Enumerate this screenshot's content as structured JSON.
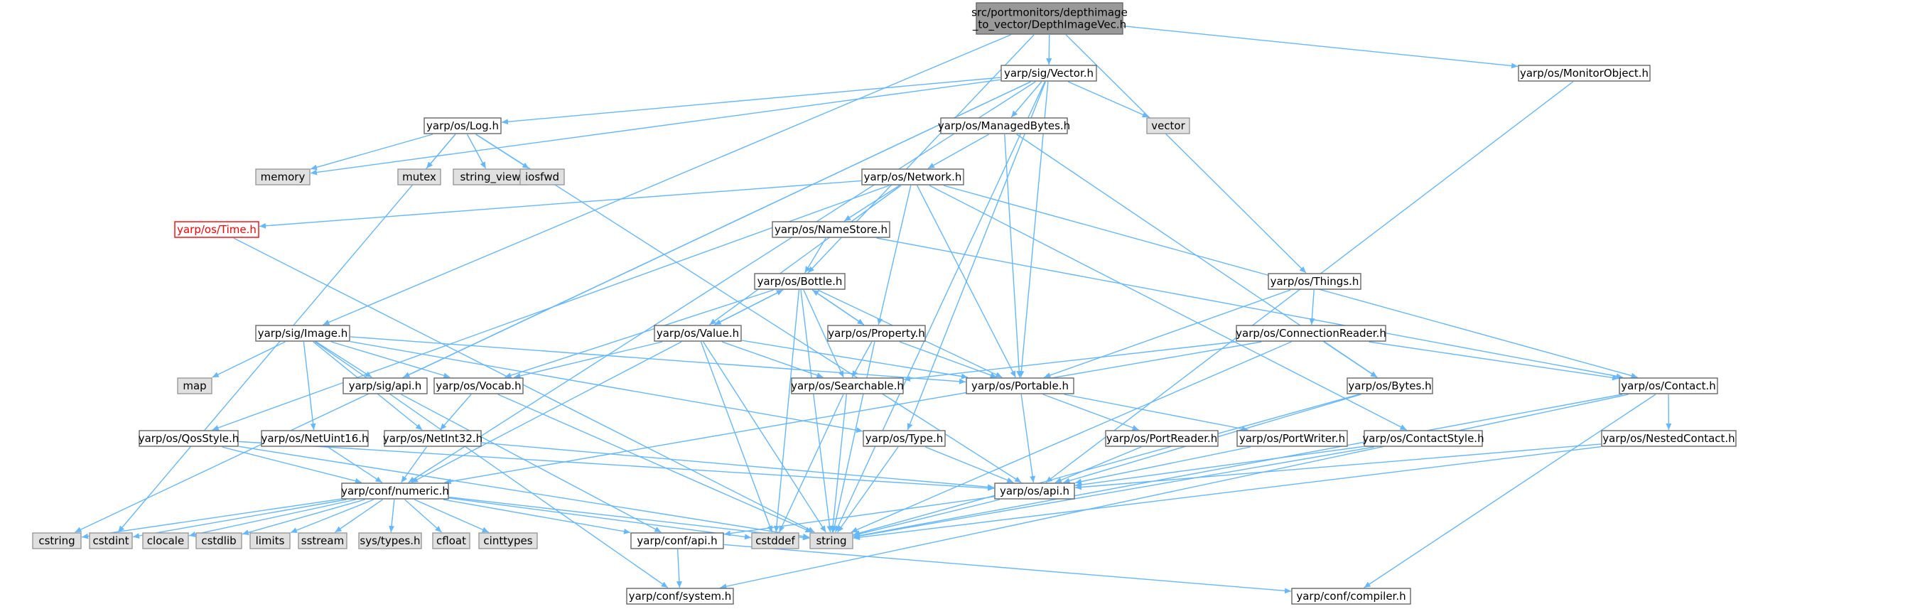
{
  "colors": {
    "edge": "#63b8ff",
    "box_fill": "#ffffff",
    "box_stroke": "#666666",
    "root_fill": "#999999",
    "system_fill": "#e0e0e0",
    "system_stroke": "#999999",
    "red_stroke": "#ff0000",
    "red_text": "#ff0000",
    "text": "#000000"
  },
  "nodes": [
    {
      "id": "root",
      "label": [
        "src/portmonitors/depthimage",
        "_to_vector/DepthImageVec.h"
      ],
      "kind": "root"
    },
    {
      "id": "vector_h",
      "label": [
        "yarp/sig/Vector.h"
      ],
      "kind": "normal"
    },
    {
      "id": "monitorobject",
      "label": [
        "yarp/os/MonitorObject.h"
      ],
      "kind": "normal"
    },
    {
      "id": "log",
      "label": [
        "yarp/os/Log.h"
      ],
      "kind": "normal"
    },
    {
      "id": "managedbytes",
      "label": [
        "yarp/os/ManagedBytes.h"
      ],
      "kind": "normal"
    },
    {
      "id": "vector_sys",
      "label": [
        "vector"
      ],
      "kind": "system"
    },
    {
      "id": "memory",
      "label": [
        "memory"
      ],
      "kind": "system"
    },
    {
      "id": "mutex",
      "label": [
        "mutex"
      ],
      "kind": "system"
    },
    {
      "id": "string_view",
      "label": [
        "string_view"
      ],
      "kind": "system"
    },
    {
      "id": "iosfwd",
      "label": [
        "iosfwd"
      ],
      "kind": "system"
    },
    {
      "id": "network",
      "label": [
        "yarp/os/Network.h"
      ],
      "kind": "normal"
    },
    {
      "id": "time",
      "label": [
        "yarp/os/Time.h"
      ],
      "kind": "red"
    },
    {
      "id": "namestore",
      "label": [
        "yarp/os/NameStore.h"
      ],
      "kind": "normal"
    },
    {
      "id": "bottle",
      "label": [
        "yarp/os/Bottle.h"
      ],
      "kind": "normal"
    },
    {
      "id": "things",
      "label": [
        "yarp/os/Things.h"
      ],
      "kind": "normal"
    },
    {
      "id": "image",
      "label": [
        "yarp/sig/Image.h"
      ],
      "kind": "normal"
    },
    {
      "id": "value",
      "label": [
        "yarp/os/Value.h"
      ],
      "kind": "normal"
    },
    {
      "id": "property",
      "label": [
        "yarp/os/Property.h"
      ],
      "kind": "normal"
    },
    {
      "id": "connreader",
      "label": [
        "yarp/os/ConnectionReader.h"
      ],
      "kind": "normal"
    },
    {
      "id": "map",
      "label": [
        "map"
      ],
      "kind": "system"
    },
    {
      "id": "sigapi",
      "label": [
        "yarp/sig/api.h"
      ],
      "kind": "normal"
    },
    {
      "id": "vocab",
      "label": [
        "yarp/os/Vocab.h"
      ],
      "kind": "normal"
    },
    {
      "id": "searchable",
      "label": [
        "yarp/os/Searchable.h"
      ],
      "kind": "normal"
    },
    {
      "id": "portable",
      "label": [
        "yarp/os/Portable.h"
      ],
      "kind": "normal"
    },
    {
      "id": "bytes",
      "label": [
        "yarp/os/Bytes.h"
      ],
      "kind": "normal"
    },
    {
      "id": "contact",
      "label": [
        "yarp/os/Contact.h"
      ],
      "kind": "normal"
    },
    {
      "id": "qosstyle",
      "label": [
        "yarp/os/QosStyle.h"
      ],
      "kind": "normal"
    },
    {
      "id": "netuint16",
      "label": [
        "yarp/os/NetUint16.h"
      ],
      "kind": "normal"
    },
    {
      "id": "netint32",
      "label": [
        "yarp/os/NetInt32.h"
      ],
      "kind": "normal"
    },
    {
      "id": "type",
      "label": [
        "yarp/os/Type.h"
      ],
      "kind": "normal"
    },
    {
      "id": "portreader",
      "label": [
        "yarp/os/PortReader.h"
      ],
      "kind": "normal"
    },
    {
      "id": "portwriter",
      "label": [
        "yarp/os/PortWriter.h"
      ],
      "kind": "normal"
    },
    {
      "id": "contactstyle",
      "label": [
        "yarp/os/ContactStyle.h"
      ],
      "kind": "normal"
    },
    {
      "id": "nestedcontact",
      "label": [
        "yarp/os/NestedContact.h"
      ],
      "kind": "normal"
    },
    {
      "id": "numeric",
      "label": [
        "yarp/conf/numeric.h"
      ],
      "kind": "normal"
    },
    {
      "id": "osapi",
      "label": [
        "yarp/os/api.h"
      ],
      "kind": "normal"
    },
    {
      "id": "cstring",
      "label": [
        "cstring"
      ],
      "kind": "system"
    },
    {
      "id": "cstdint",
      "label": [
        "cstdint"
      ],
      "kind": "system"
    },
    {
      "id": "clocale",
      "label": [
        "clocale"
      ],
      "kind": "system"
    },
    {
      "id": "cstdlib",
      "label": [
        "cstdlib"
      ],
      "kind": "system"
    },
    {
      "id": "limits",
      "label": [
        "limits"
      ],
      "kind": "system"
    },
    {
      "id": "sstream",
      "label": [
        "sstream"
      ],
      "kind": "system"
    },
    {
      "id": "systypes",
      "label": [
        "sys/types.h"
      ],
      "kind": "system"
    },
    {
      "id": "cfloat",
      "label": [
        "cfloat"
      ],
      "kind": "system"
    },
    {
      "id": "cinttypes",
      "label": [
        "cinttypes"
      ],
      "kind": "system"
    },
    {
      "id": "confapi",
      "label": [
        "yarp/conf/api.h"
      ],
      "kind": "normal"
    },
    {
      "id": "cstddef",
      "label": [
        "cstddef"
      ],
      "kind": "system"
    },
    {
      "id": "string",
      "label": [
        "string"
      ],
      "kind": "system"
    },
    {
      "id": "confsystem",
      "label": [
        "yarp/conf/system.h"
      ],
      "kind": "normal"
    },
    {
      "id": "confcompiler",
      "label": [
        "yarp/conf/compiler.h"
      ],
      "kind": "normal"
    }
  ],
  "edges": [
    [
      "root",
      "vector_h"
    ],
    [
      "root",
      "monitorobject"
    ],
    [
      "root",
      "image"
    ],
    [
      "root",
      "bottle"
    ],
    [
      "root",
      "things"
    ],
    [
      "vector_h",
      "log"
    ],
    [
      "vector_h",
      "managedbytes"
    ],
    [
      "vector_h",
      "vector_sys"
    ],
    [
      "vector_h",
      "memory"
    ],
    [
      "vector_h",
      "cstring"
    ],
    [
      "vector_h",
      "portable"
    ],
    [
      "vector_h",
      "type"
    ],
    [
      "vector_h",
      "sigapi"
    ],
    [
      "vector_h",
      "string"
    ],
    [
      "vector_h",
      "numeric"
    ],
    [
      "monitorobject",
      "osapi"
    ],
    [
      "log",
      "memory"
    ],
    [
      "log",
      "mutex"
    ],
    [
      "log",
      "string_view"
    ],
    [
      "log",
      "iosfwd"
    ],
    [
      "log",
      "cstdint"
    ],
    [
      "log",
      "osapi"
    ],
    [
      "managedbytes",
      "network"
    ],
    [
      "managedbytes",
      "portable"
    ],
    [
      "managedbytes",
      "bytes"
    ],
    [
      "network",
      "time"
    ],
    [
      "network",
      "namestore"
    ],
    [
      "network",
      "value"
    ],
    [
      "network",
      "property"
    ],
    [
      "network",
      "portable"
    ],
    [
      "network",
      "contact"
    ],
    [
      "network",
      "contactstyle"
    ],
    [
      "network",
      "qosstyle"
    ],
    [
      "time",
      "string"
    ],
    [
      "namestore",
      "bottle"
    ],
    [
      "namestore",
      "contact"
    ],
    [
      "bottle",
      "value"
    ],
    [
      "bottle",
      "searchable"
    ],
    [
      "bottle",
      "portable"
    ],
    [
      "bottle",
      "property"
    ],
    [
      "bottle",
      "string"
    ],
    [
      "bottle",
      "cstddef"
    ],
    [
      "bottle",
      "vocab"
    ],
    [
      "things",
      "connreader"
    ],
    [
      "things",
      "portable"
    ],
    [
      "image",
      "map"
    ],
    [
      "image",
      "sigapi"
    ],
    [
      "image",
      "vocab"
    ],
    [
      "image",
      "netuint16"
    ],
    [
      "image",
      "netint32"
    ],
    [
      "image",
      "portable"
    ],
    [
      "image",
      "type"
    ],
    [
      "image",
      "confsystem"
    ],
    [
      "value",
      "bottle"
    ],
    [
      "value",
      "searchable"
    ],
    [
      "value",
      "portable"
    ],
    [
      "value",
      "vocab"
    ],
    [
      "value",
      "numeric"
    ],
    [
      "value",
      "string"
    ],
    [
      "value",
      "cstddef"
    ],
    [
      "property",
      "bottle"
    ],
    [
      "property",
      "searchable"
    ],
    [
      "property",
      "portable"
    ],
    [
      "property",
      "string"
    ],
    [
      "connreader",
      "searchable"
    ],
    [
      "connreader",
      "bytes"
    ],
    [
      "connreader",
      "contact"
    ],
    [
      "connreader",
      "numeric"
    ],
    [
      "connreader",
      "string"
    ],
    [
      "sigapi",
      "confapi"
    ],
    [
      "vocab",
      "netint32"
    ],
    [
      "vocab",
      "string"
    ],
    [
      "searchable",
      "string"
    ],
    [
      "searchable",
      "cstddef"
    ],
    [
      "portable",
      "portreader"
    ],
    [
      "portable",
      "portwriter"
    ],
    [
      "portable",
      "osapi"
    ],
    [
      "bytes",
      "osapi"
    ],
    [
      "bytes",
      "string"
    ],
    [
      "contact",
      "nestedcontact"
    ],
    [
      "contact",
      "string"
    ],
    [
      "contact",
      "confcompiler"
    ],
    [
      "contact",
      "confsystem"
    ],
    [
      "qosstyle",
      "numeric"
    ],
    [
      "qosstyle",
      "osapi"
    ],
    [
      "qosstyle",
      "string"
    ],
    [
      "netuint16",
      "numeric"
    ],
    [
      "netint32",
      "numeric"
    ],
    [
      "netint32",
      "osapi"
    ],
    [
      "type",
      "osapi"
    ],
    [
      "type",
      "string"
    ],
    [
      "portreader",
      "osapi"
    ],
    [
      "portwriter",
      "osapi"
    ],
    [
      "contactstyle",
      "osapi"
    ],
    [
      "contactstyle",
      "string"
    ],
    [
      "nestedcontact",
      "osapi"
    ],
    [
      "nestedcontact",
      "string"
    ],
    [
      "numeric",
      "cstring"
    ],
    [
      "numeric",
      "cstdint"
    ],
    [
      "numeric",
      "clocale"
    ],
    [
      "numeric",
      "cstdlib"
    ],
    [
      "numeric",
      "limits"
    ],
    [
      "numeric",
      "sstream"
    ],
    [
      "numeric",
      "systypes"
    ],
    [
      "numeric",
      "cfloat"
    ],
    [
      "numeric",
      "cinttypes"
    ],
    [
      "numeric",
      "confapi"
    ],
    [
      "numeric",
      "cstddef"
    ],
    [
      "numeric",
      "string"
    ],
    [
      "osapi",
      "confapi"
    ],
    [
      "osapi",
      "string"
    ],
    [
      "confapi",
      "confsystem"
    ],
    [
      "confapi",
      "confcompiler"
    ]
  ]
}
